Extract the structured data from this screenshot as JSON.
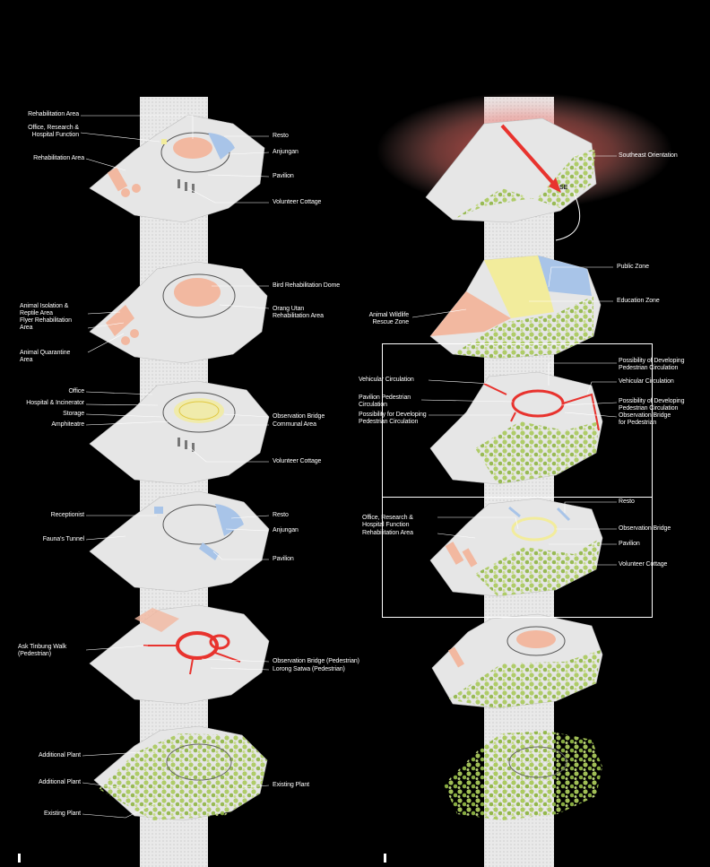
{
  "left_column": {
    "panel_1": {
      "rehab_area_top": "Rehabilitation Area",
      "office_research": "Office, Research &\nHospital Function",
      "rehab_area_left": "Rehabilitation Area",
      "resto": "Resto",
      "anjungan": "Anjungan",
      "pavilion": "Pavilion",
      "volunteer_cottage": "Volunteer Cottage"
    },
    "panel_2": {
      "bird_dome": "Bird Rehabilitation Dome",
      "orang_utan": "Orang Utan\nRehabilitation Area",
      "isolation": "Animal Isolation &\nReptile Area\nFlyer Rehabilitation\nArea",
      "quarantine": "Animal Quarantine\nArea"
    },
    "panel_3": {
      "office": "Office",
      "hospital": "Hospital & Incinerator",
      "storage": "Storage",
      "amphitheatre": "Amphiteatre",
      "observation_bridge": "Observation Bridge",
      "communal": "Communal Area",
      "volunteer_cottage": "Volunteer Cottage"
    },
    "panel_4": {
      "receptionist": "Receptionist",
      "tunnel": "Fauna's Tunnel",
      "resto": "Resto",
      "anjungan": "Anjungan",
      "pavilion": "Pavilion"
    },
    "panel_5": {
      "walk": "Ask Tinbung Walk\n(Pedestrian)",
      "obs_bridge_ped": "Observation Bridge (Pedestrian)",
      "lorong": "Lorong Satwa (Pedestrian)"
    },
    "panel_6": {
      "additional_1": "Additional Plant",
      "additional_2": "Additional Plant",
      "existing_right": "Existing Plant",
      "existing_bottom": "Existing Plant"
    }
  },
  "right_column": {
    "panel_1": {
      "southeast": "Southeast Orientation",
      "se_label": "SE"
    },
    "panel_2": {
      "public_zone": "Public Zone",
      "education_zone": "Education Zone",
      "rescue_zone": "Animal Wildlife\nRescue Zone"
    },
    "panel_3": {
      "vehicular_left": "Vehicular Circulation",
      "pavilion_ped": "Pavilion Pedestrian\nCirculation",
      "possibility_left": "Possibility for Developing\nPedestrian Circulation",
      "possibility_top": "Possibility of Developing\nPedestrian Circulation",
      "vehicular_right": "Vehicular Circulation",
      "possibility_right": "Possibility of Developing\nPedestrian Circulation",
      "obs_bridge_ped": "Observation Bridge\nfor Pedestrian"
    },
    "panel_4": {
      "resto": "Resto",
      "office_research": "Office, Research &\nHospital Function",
      "rehab_area": "Rehabilitation Area",
      "obs_bridge": "Observation Bridge",
      "pavilion": "Pavilion",
      "volunteer_cottage": "Volunteer Cottage"
    }
  },
  "colors": {
    "background": "#000000",
    "terrain": "#e6e6e6",
    "rehab": "#f2b8a0",
    "blue_zone": "#a8c4e8",
    "yellow_zone": "#f2ec9c",
    "circulation": "#e8332e",
    "plants": "#a9c95a",
    "glow": "#e8504c"
  }
}
